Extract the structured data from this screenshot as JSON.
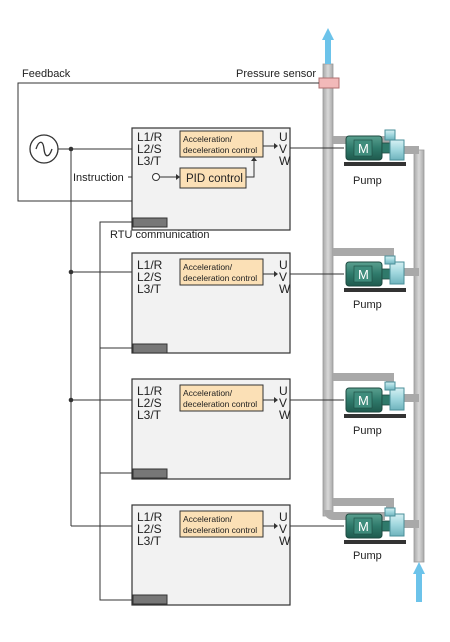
{
  "labels": {
    "feedback": "Feedback",
    "pressure_sensor": "Pressure sensor",
    "instruction": "Instruction",
    "rtu_communication": "RTU communication"
  },
  "inverters": [
    {
      "inputs": [
        "L1/R",
        "L2/S",
        "L3/T"
      ],
      "outputs": [
        "U",
        "V",
        "W"
      ],
      "accel_line1": "Acceleration/",
      "accel_line2": "deceleration control",
      "pid_label": "PID control"
    },
    {
      "inputs": [
        "L1/R",
        "L2/S",
        "L3/T"
      ],
      "outputs": [
        "U",
        "V",
        "W"
      ],
      "accel_line1": "Acceleration/",
      "accel_line2": "deceleration control"
    },
    {
      "inputs": [
        "L1/R",
        "L2/S",
        "L3/T"
      ],
      "outputs": [
        "U",
        "V",
        "W"
      ],
      "accel_line1": "Acceleration/",
      "accel_line2": "deceleration control"
    },
    {
      "inputs": [
        "L1/R",
        "L2/S",
        "L3/T"
      ],
      "outputs": [
        "U",
        "V",
        "W"
      ],
      "accel_line1": "Acceleration/",
      "accel_line2": "deceleration control"
    }
  ],
  "pumps": [
    {
      "motor_letter": "M",
      "label": "Pump"
    },
    {
      "motor_letter": "M",
      "label": "Pump"
    },
    {
      "motor_letter": "M",
      "label": "Pump"
    },
    {
      "motor_letter": "M",
      "label": "Pump"
    }
  ],
  "colors": {
    "inverter_fill": "#f2f2f2",
    "control_fill": "#fbe0b6",
    "motor_green": "#2f7a6b",
    "pump_teal": "#9fd6dd",
    "pipe_gray": "#c4c4c4",
    "sensor_pink": "#f2b9b9",
    "flow_arrow": "#6cc3ea"
  },
  "icons": {
    "power_source": "ac-source-icon",
    "flow": "flow-arrow-icon",
    "motor": "motor-icon",
    "pump": "pump-icon"
  }
}
